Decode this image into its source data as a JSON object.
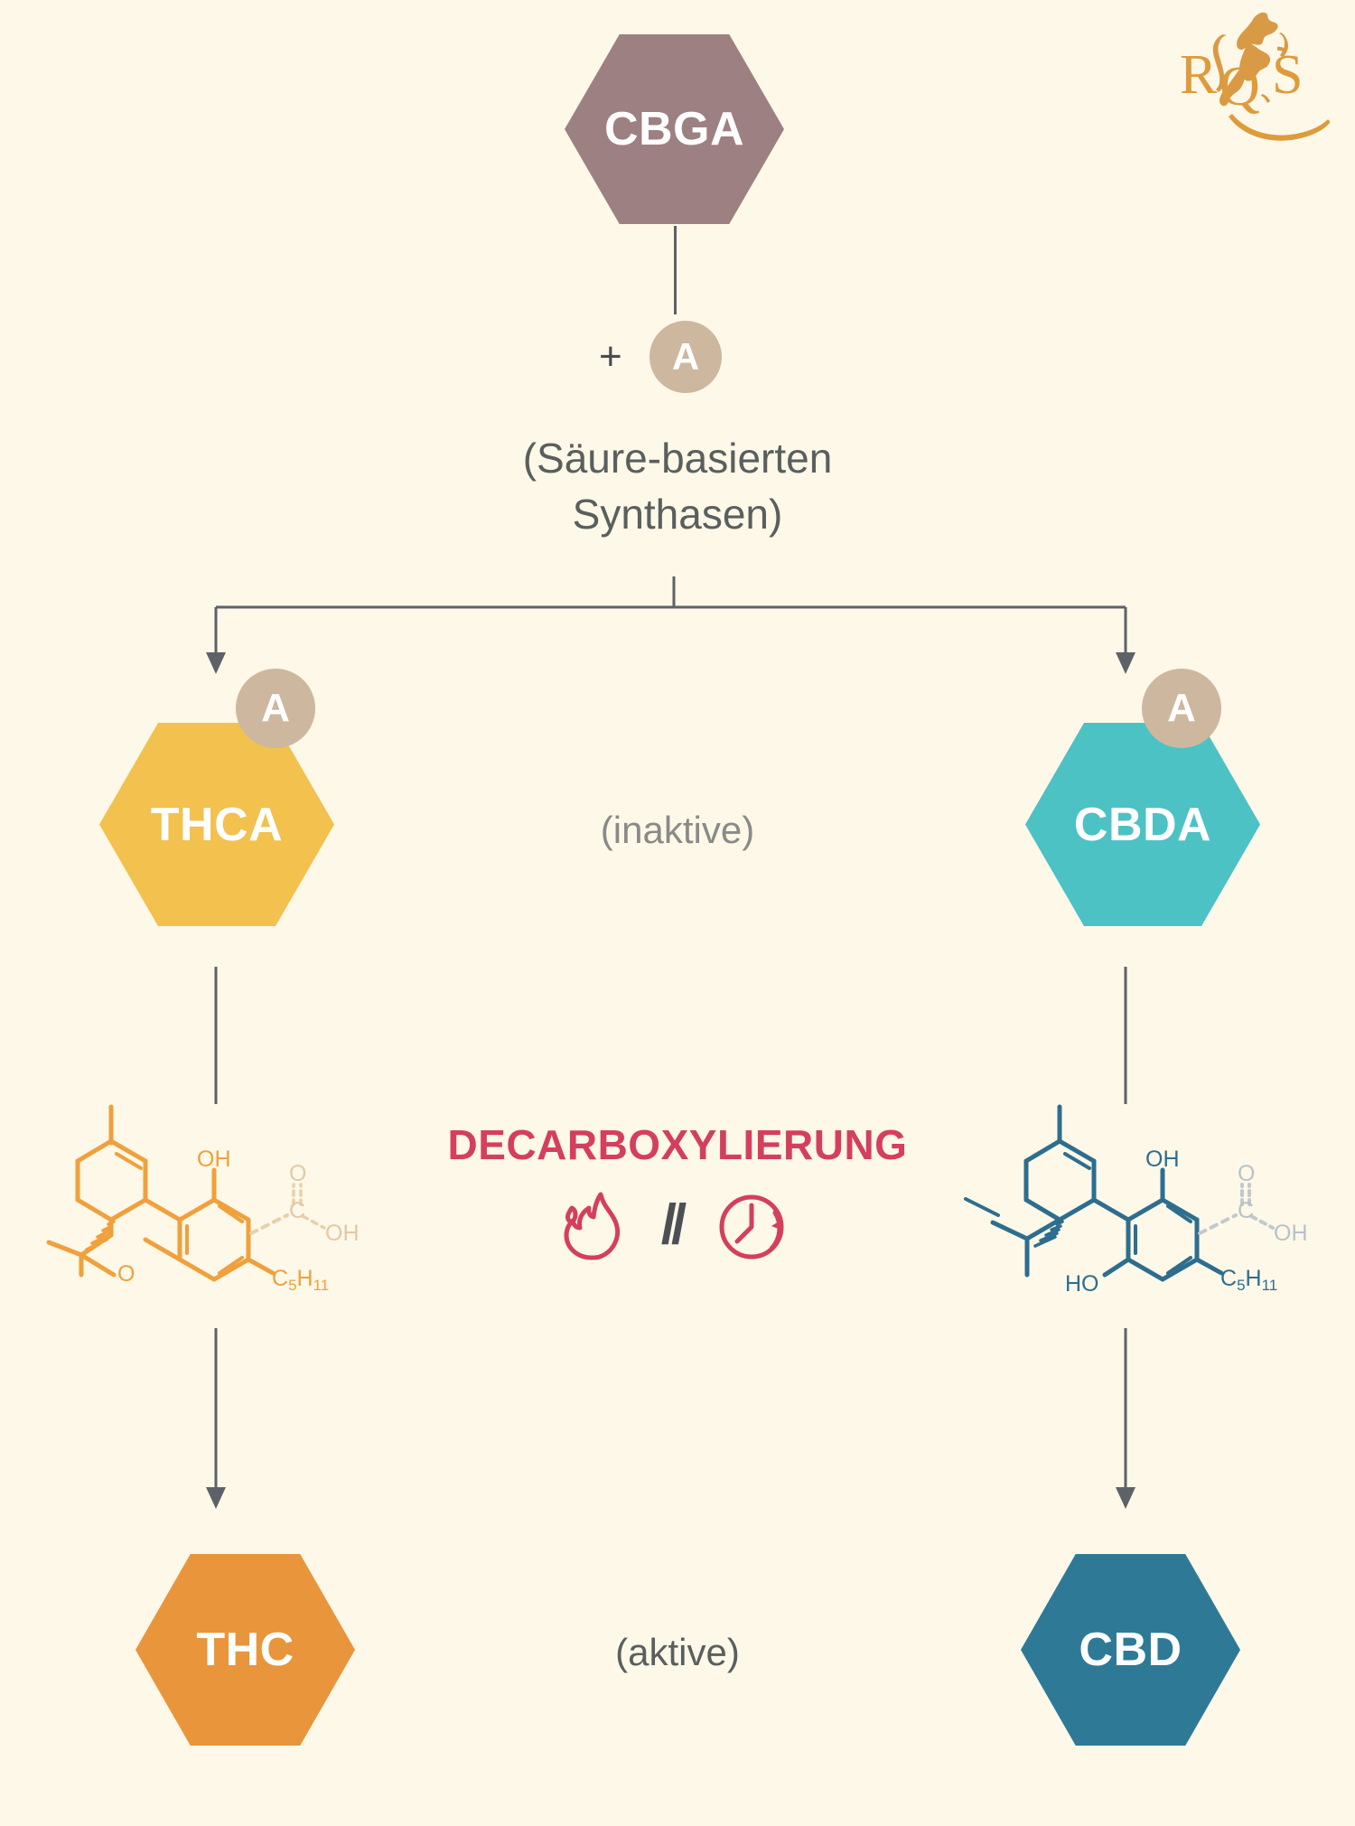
{
  "page": {
    "background_color": "#FDF8E8",
    "language": "de"
  },
  "brand": {
    "logo_name": "rqs-lion-logo",
    "letters": "RQS",
    "color": "#D99A46"
  },
  "nodes": {
    "cbga": {
      "label": "CBGA",
      "color": "#9D8082",
      "text_color": "#FFFFFF"
    },
    "thca": {
      "label": "THCA",
      "color": "#F2C14E",
      "text_color": "#FFFFFF",
      "badge": "A"
    },
    "cbda": {
      "label": "CBDA",
      "color": "#4CC2C4",
      "text_color": "#FFFFFF",
      "badge": "A"
    },
    "thc": {
      "label": "THC",
      "color": "#E8953C",
      "text_color": "#FFFFFF"
    },
    "cbd": {
      "label": "CBD",
      "color": "#2E7A96",
      "text_color": "#FFFFFF"
    }
  },
  "enzyme_step": {
    "plus": "+",
    "badge": "A",
    "badge_color": "#CDB79E",
    "caption_line1": "(Säure-basierten",
    "caption_line2": "Synthasen)",
    "caption_full": "(Säure-basierten Synthasen)",
    "caption_color": "#5A5F5E"
  },
  "labels": {
    "inactive": "(inaktive)",
    "inactive_color": "#8A8A88",
    "active": "(aktive)",
    "active_color": "#5A5F5E"
  },
  "decarboxylation": {
    "title": "DECARBOXYLIERUNG",
    "title_color": "#D43F5E",
    "icons": [
      "flame-icon",
      "double-slash-icon",
      "clock-icon"
    ],
    "separator": "//",
    "separator_color": "#4C5055"
  },
  "molecules": {
    "thca": {
      "name": "thca-structure",
      "stroke_color": "#F0A03C",
      "faded_color": "#EBCFA8",
      "labels": [
        "OH",
        "O",
        "C",
        "OH",
        "O",
        "C₅H₁₁"
      ],
      "hydroxyl": "OH",
      "carboxyl_c": "C",
      "carboxyl_o": "O",
      "carboxyl_oh": "OH",
      "ring_o": "O",
      "pentyl": "C5H11"
    },
    "cbda": {
      "name": "cbda-structure",
      "stroke_color": "#2D6E8E",
      "faded_color": "#C2C9CE",
      "labels": [
        "OH",
        "HO",
        "O",
        "C",
        "OH",
        "C₅H₁₁"
      ],
      "hydroxyl_top": "OH",
      "hydroxyl_bottom": "HO",
      "carboxyl_c": "C",
      "carboxyl_o": "O",
      "carboxyl_oh": "OH",
      "pentyl": "C5H11"
    }
  },
  "connectors": {
    "color": "#5C6268",
    "description": "cbga-to-enzyme, enzyme-branch-to-thca-and-cbda, thca-to-thc, cbda-to-cbd"
  }
}
